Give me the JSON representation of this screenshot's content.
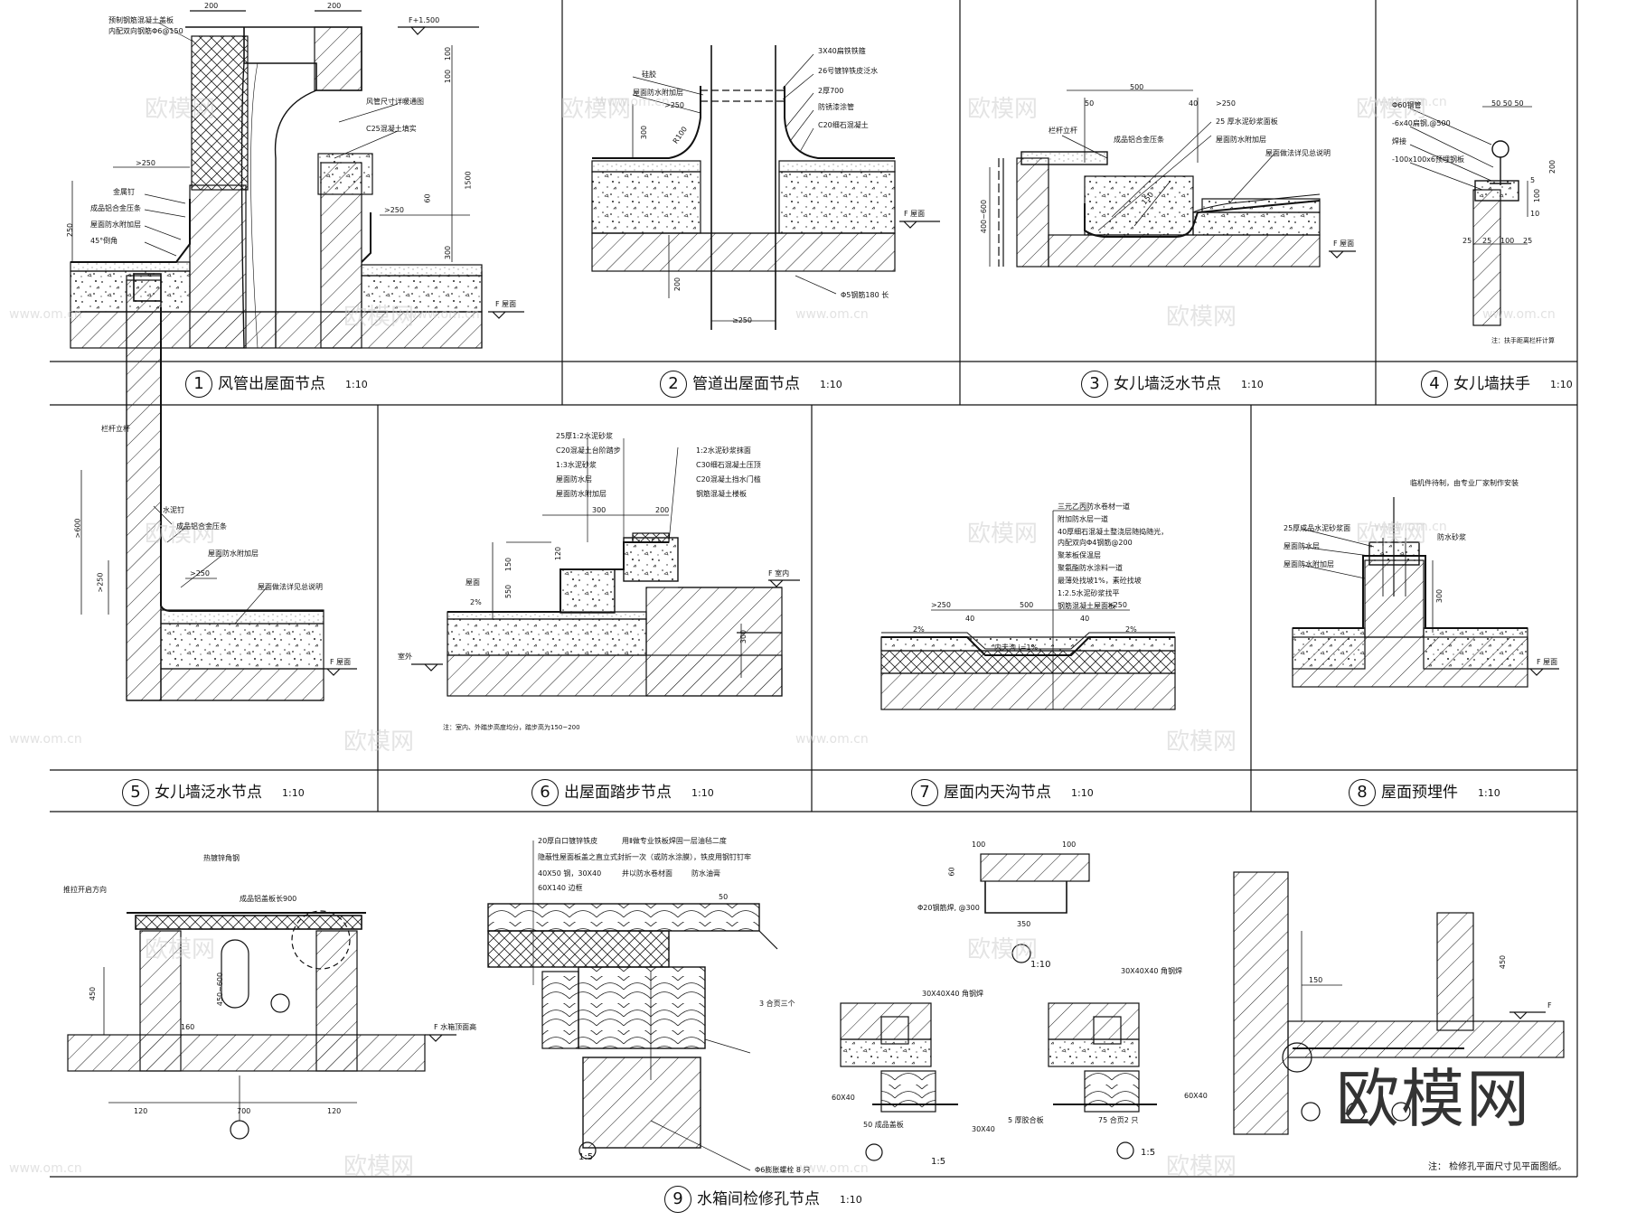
{
  "details": [
    {
      "num": "1",
      "title": "风管出屋面节点",
      "scale": "1:10"
    },
    {
      "num": "2",
      "title": "管道出屋面节点",
      "scale": "1:10"
    },
    {
      "num": "3",
      "title": "女儿墙泛水节点",
      "scale": "1:10"
    },
    {
      "num": "4",
      "title": "女儿墙扶手",
      "scale": "1:10"
    },
    {
      "num": "5",
      "title": "女儿墙泛水节点",
      "scale": "1:10"
    },
    {
      "num": "6",
      "title": "出屋面踏步节点",
      "scale": "1:10"
    },
    {
      "num": "7",
      "title": "屋面内天沟节点",
      "scale": "1:10"
    },
    {
      "num": "8",
      "title": "屋面预埋件",
      "scale": "1:10"
    },
    {
      "num": "9",
      "title": "水箱间检修孔节点",
      "scale": "1:10"
    }
  ],
  "d1": {
    "level": "F+1.500",
    "dim_200a": "200",
    "dim_200b": "200",
    "ann": [
      "预制钢筋混凝土盖板",
      "内配双向钢筋Φ6@150",
      "风管尺寸详暖通图",
      "C25混凝土填实",
      "金属钉",
      "成品铝合金压条",
      "屋面防水附加层",
      "45°倒角"
    ],
    "d250": ">250",
    "d250b": ">250",
    "d250v": "250",
    "d100a": "100",
    "d100b": "100",
    "d60": "60",
    "d1500": "1500",
    "d300": "300",
    "floor": "F 屋面"
  },
  "d2": {
    "ann_left": [
      "硅胶",
      "屋面防水附加层"
    ],
    "ann_right": [
      "3X40扁铁铁箍",
      "26号镀锌铁皮泛水",
      "2厚700",
      "防锈漆涂管",
      "C20细石混凝土"
    ],
    "d250": ">250",
    "d300": "300",
    "r": "R100",
    "d200": "200",
    "d250b": "≥250",
    "floor": "F 屋面",
    "rebar": "Φ5钢筋180   长"
  },
  "d3": {
    "ann": [
      "栏杆立杆",
      "成品铝合金压条",
      "25  厚水泥砂浆面板",
      "屋面防水附加层",
      "屋面做法详见总说明"
    ],
    "d500": "500",
    "d50": "50",
    "d40": "40",
    "d250": ">250",
    "d150": "150",
    "d400": "400~600",
    "floor": "F 屋面"
  },
  "d4": {
    "ann": [
      "Φ60钢管",
      "-6x40扁钢,@500",
      "焊接",
      "-100x100x6预埋钢板"
    ],
    "top_dims": "50 50 50",
    "d200": "200",
    "d5": "5",
    "d100": "100",
    "d10": "10",
    "d25a": "25",
    "d25b": "25",
    "d100b": "100",
    "d25c": "25",
    "note": "注：扶手距离栏杆计算"
  },
  "d5": {
    "ann": [
      "栏杆立杆",
      "水泥钉",
      "成品铝合金压条",
      "屋面防水附加层",
      "屋面做法详见总说明"
    ],
    "d600": ">600",
    "d250": ">250",
    "d250b": ">250",
    "floor": "F 屋面"
  },
  "d6": {
    "ann_left": [
      "25厚1:2水泥砂浆",
      "C20混凝土台阶踏步",
      "1:3水泥砂浆",
      "屋面防水层",
      "屋面防水附加层"
    ],
    "ann_right": [
      "1:2水泥砂浆抹面",
      "C30细石混凝土压顶",
      "C20混凝土挡水门槛",
      "钢筋混凝土楼板"
    ],
    "d300": "300",
    "d200": "200",
    "d120": "120",
    "d150": "150",
    "d550": "550",
    "d300b": "300",
    "d2": "2%",
    "roof": "屋面",
    "indoor": "F 室内",
    "outdoor": "室外",
    "note": "注：室内、外踏步高度均分，踏步高为150~200"
  },
  "d7": {
    "ann": [
      "三元乙丙防水卷材一道",
      "附加防水层一道",
      "40厚细石混凝土整浇层随捣随光，",
      "内配双向Φ4钢筋@200",
      "聚苯板保温层",
      "聚氨酯防水涂料一道",
      "最薄处找坡1%，素砼找坡",
      "1:2.5水泥砂浆找平",
      "钢筋混凝土屋面板"
    ],
    "d250a": ">250",
    "d500": "500",
    "d250b": ">250",
    "d40a": "40",
    "d40b": "40",
    "d2a": "2%",
    "d2b": "2%",
    "gutter": "内天沟  i=1%"
  },
  "d8": {
    "ann": [
      "临机件待制，由专业厂家制作安装",
      "25厚成品水泥砂浆面",
      "屋面防水层",
      "屋面防水附加层",
      "防水砂浆"
    ],
    "d300": "300",
    "floor": "F 屋面"
  },
  "d9": {
    "ann_a": [
      "热镀锌角钢",
      "推拉开启方向",
      "成品铝盖板长900"
    ],
    "d450": "450",
    "d450b": "450~600",
    "d160": "160",
    "d120a": "120",
    "d700": "700",
    "d120b": "120",
    "roof": "F 水箱顶面高",
    "ann_e": [
      "20厚白口镀锌铁皮",
      "隐蔽性屋面板盖之直立式封折一次（或防水涂膜），铁皮用钢钉钉牢",
      "40X50 钢，30X40",
      "60X140 边框"
    ],
    "ann_e2": [
      "用Ⅱ做专业铁板焊固一层油毡二度",
      "并以防水卷材面",
      "防水油膏"
    ],
    "d50": "50",
    "hinge": "3 合页三个",
    "bolt": "Φ6膨胀螺栓 8    只",
    "sec_a": "1:10",
    "d100": "100",
    "d100b": "100",
    "d60": "60",
    "d350": "350",
    "bar": "Φ20钢筋焊, @300",
    "ann_c": [
      "30X40X40 角钢焊",
      "60X40",
      "50 成品盖板",
      "30X40"
    ],
    "ann_d": [
      "30X40X40 角钢焊",
      "60X40",
      "5 厚胶合板",
      "75 合页2 只"
    ],
    "sec_e": "1:5",
    "sec_c": "1:5",
    "sec_d": "1:5",
    "d150": "150",
    "d450c": "450",
    "floor_f": "F",
    "note": "注：   检修孔平面尺寸见平面图纸。"
  },
  "watermark": "欧模网",
  "watermark_url": "www.om.cn",
  "brand": "欧模网"
}
